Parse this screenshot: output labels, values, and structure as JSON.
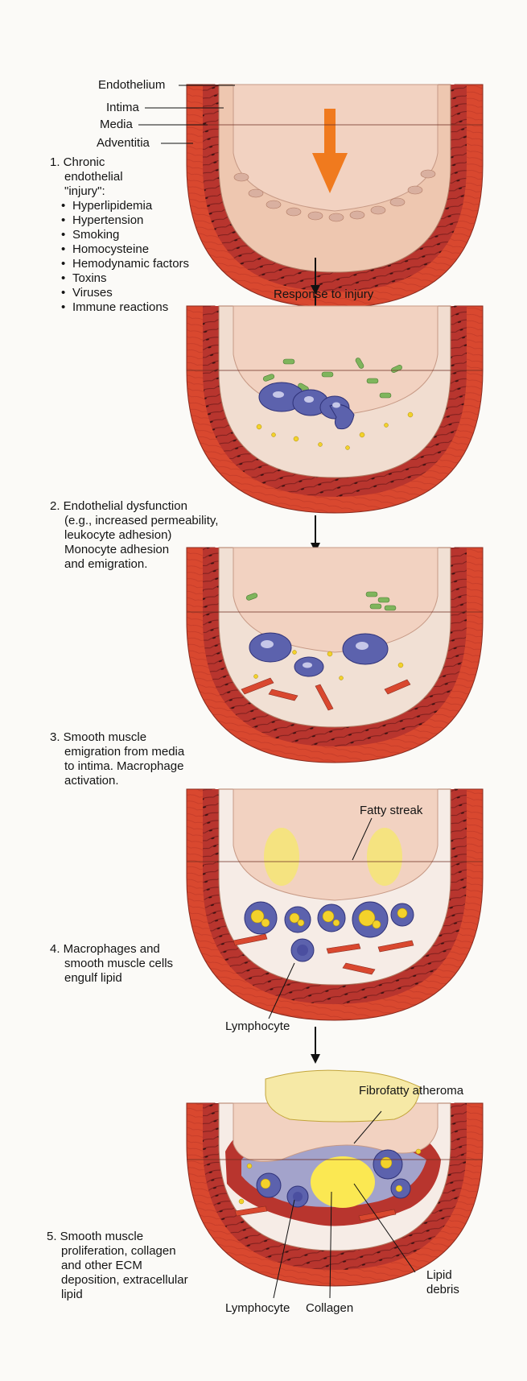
{
  "layers": {
    "endothelium": "Endothelium",
    "intima": "Intima",
    "media": "Media",
    "adventitia": "Adventitia"
  },
  "step1": {
    "title_lines": [
      "1. Chronic",
      "endothelial",
      "\"injury\":"
    ],
    "causes": [
      "Hyperlipidemia",
      "Hypertension",
      "Smoking",
      "Homocysteine",
      "Hemodynamic factors",
      "Toxins",
      "Viruses",
      "Immune reactions"
    ]
  },
  "response_label": "Response to injury",
  "step2": {
    "lines": [
      "2. Endothelial dysfunction",
      "(e.g., increased permeability,",
      "leukocyte adhesion)",
      "Monocyte adhesion",
      "and emigration."
    ]
  },
  "step3": {
    "lines": [
      "3. Smooth muscle",
      "emigration from media",
      "to intima.  Macrophage",
      "activation."
    ]
  },
  "step4": {
    "lines": [
      "4. Macrophages and",
      "smooth muscle cells",
      "engulf lipid"
    ],
    "fatty_streak": "Fatty streak",
    "lymphocyte": "Lymphocyte"
  },
  "step5": {
    "lines": [
      "5. Smooth muscle",
      "proliferation, collagen",
      "and other ECM",
      "deposition, extracellular",
      "lipid"
    ],
    "fibrofatty": "Fibrofatty atheroma",
    "lymphocyte": "Lymphocyte",
    "collagen": "Collagen",
    "lipid_debris_lines": [
      "Lipid",
      "debris"
    ]
  },
  "colors": {
    "adventitia": "#d9482f",
    "media": "#b8352e",
    "intima": "#eec7b0",
    "lumen": "#f2d2c1",
    "arrow": "#f07a1e",
    "macrophage": "#5c62ad",
    "lipid": "#f3d22b"
  }
}
